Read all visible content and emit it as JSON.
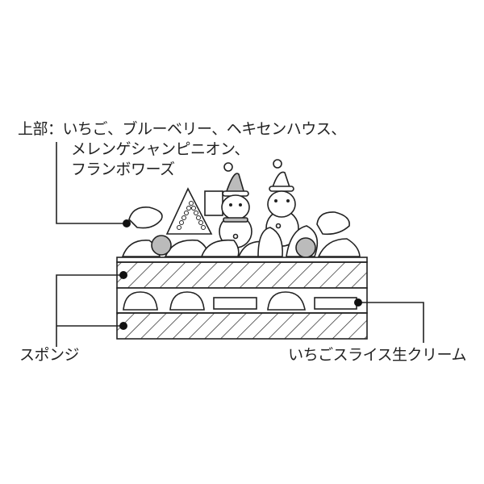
{
  "labels": {
    "top_line1": "上部：いちご、ブルーベリー、ヘキセンハウス、",
    "top_line2": "メレンゲシャンピニオン、",
    "top_line3": "フランボワーズ",
    "sponge": "スポンジ",
    "filling": "いちごスライス生クリーム"
  },
  "colors": {
    "line": "#222222",
    "gray": "#bbbbbb"
  }
}
